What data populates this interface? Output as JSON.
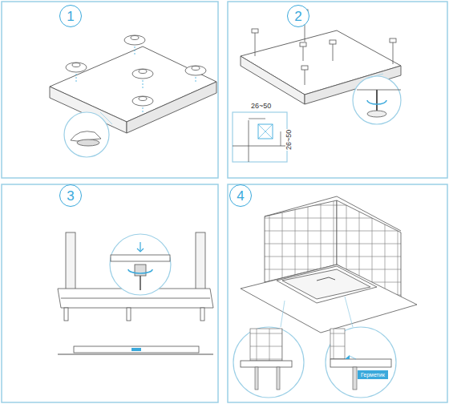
{
  "diagram": {
    "nodes": [
      {
        "text": [
          "1"
        ]
      },
      {
        "text": [
          "2"
        ]
      },
      {
        "text": [
          "3"
        ]
      },
      {
        "text": [
          "4"
        ]
      }
    ],
    "labels": [
      "26~50",
      "26~50",
      "Герметик"
    ]
  }
}
